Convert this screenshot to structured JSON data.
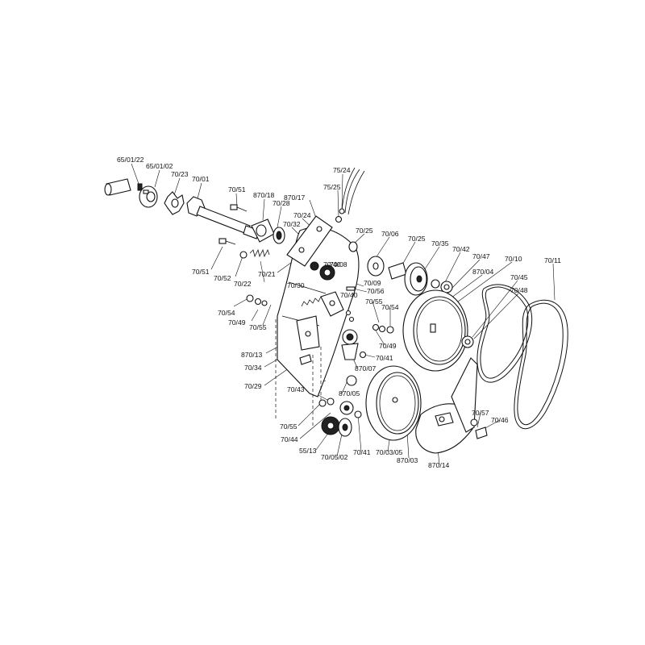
{
  "labels": [
    {
      "id": "65-01-22",
      "text": "65/01/22"
    },
    {
      "id": "65-01-02",
      "text": "65/01/02"
    },
    {
      "id": "70-23",
      "text": "70/23"
    },
    {
      "id": "70-01",
      "text": "70/01"
    },
    {
      "id": "70-51-a",
      "text": "70/51"
    },
    {
      "id": "870-18",
      "text": "870/18"
    },
    {
      "id": "70-28",
      "text": "70/28"
    },
    {
      "id": "870-17",
      "text": "870/17"
    },
    {
      "id": "75-24",
      "text": "75/24"
    },
    {
      "id": "75-25",
      "text": "75/25"
    },
    {
      "id": "70-24",
      "text": "70/24"
    },
    {
      "id": "70-32",
      "text": "70/32"
    },
    {
      "id": "70-51-b",
      "text": "70/51"
    },
    {
      "id": "70-52",
      "text": "70/52"
    },
    {
      "id": "70-22",
      "text": "70/22"
    },
    {
      "id": "70-21",
      "text": "70/21"
    },
    {
      "id": "70-30",
      "text": "70/30"
    },
    {
      "id": "70-08",
      "text": "70/08"
    },
    {
      "id": "70-25-a",
      "text": "70/25"
    },
    {
      "id": "70-06",
      "text": "70/06"
    },
    {
      "id": "70-25-b",
      "text": "70/25"
    },
    {
      "id": "70-35",
      "text": "70/35"
    },
    {
      "id": "70-42",
      "text": "70/42"
    },
    {
      "id": "70-47",
      "text": "70/47"
    },
    {
      "id": "70-10",
      "text": "70/10"
    },
    {
      "id": "70-11",
      "text": "70/11"
    },
    {
      "id": "870-04",
      "text": "870/04"
    },
    {
      "id": "70-45",
      "text": "70/45"
    },
    {
      "id": "70-48",
      "text": "70/48"
    },
    {
      "id": "70-09",
      "text": "70/09"
    },
    {
      "id": "70-56",
      "text": "70/56"
    },
    {
      "id": "70-40-a",
      "text": "70/40"
    },
    {
      "id": "70-40-b",
      "text": "70/40"
    },
    {
      "id": "70-55-a",
      "text": "70/55"
    },
    {
      "id": "70-54-a",
      "text": "70/54"
    },
    {
      "id": "70-54-b",
      "text": "70/54"
    },
    {
      "id": "70-49-a",
      "text": "70/49"
    },
    {
      "id": "70-55-b",
      "text": "70/55"
    },
    {
      "id": "70-49-b",
      "text": "70/49"
    },
    {
      "id": "870-13",
      "text": "870/13"
    },
    {
      "id": "70-41-a",
      "text": "70/41"
    },
    {
      "id": "70-34",
      "text": "70/34"
    },
    {
      "id": "870-07",
      "text": "870/07"
    },
    {
      "id": "70-29",
      "text": "70/29"
    },
    {
      "id": "70-43",
      "text": "70/43"
    },
    {
      "id": "870-05",
      "text": "870/05"
    },
    {
      "id": "70-55-c",
      "text": "70/55"
    },
    {
      "id": "70-44",
      "text": "70/44"
    },
    {
      "id": "55-13",
      "text": "55/13"
    },
    {
      "id": "70-05-02",
      "text": "70/05/02"
    },
    {
      "id": "70-41-b",
      "text": "70/41"
    },
    {
      "id": "70-03-05",
      "text": "70/03/05"
    },
    {
      "id": "870-03",
      "text": "870/03"
    },
    {
      "id": "870-14",
      "text": "870/14"
    },
    {
      "id": "70-57",
      "text": "70/57"
    },
    {
      "id": "70-46",
      "text": "70/46"
    }
  ]
}
